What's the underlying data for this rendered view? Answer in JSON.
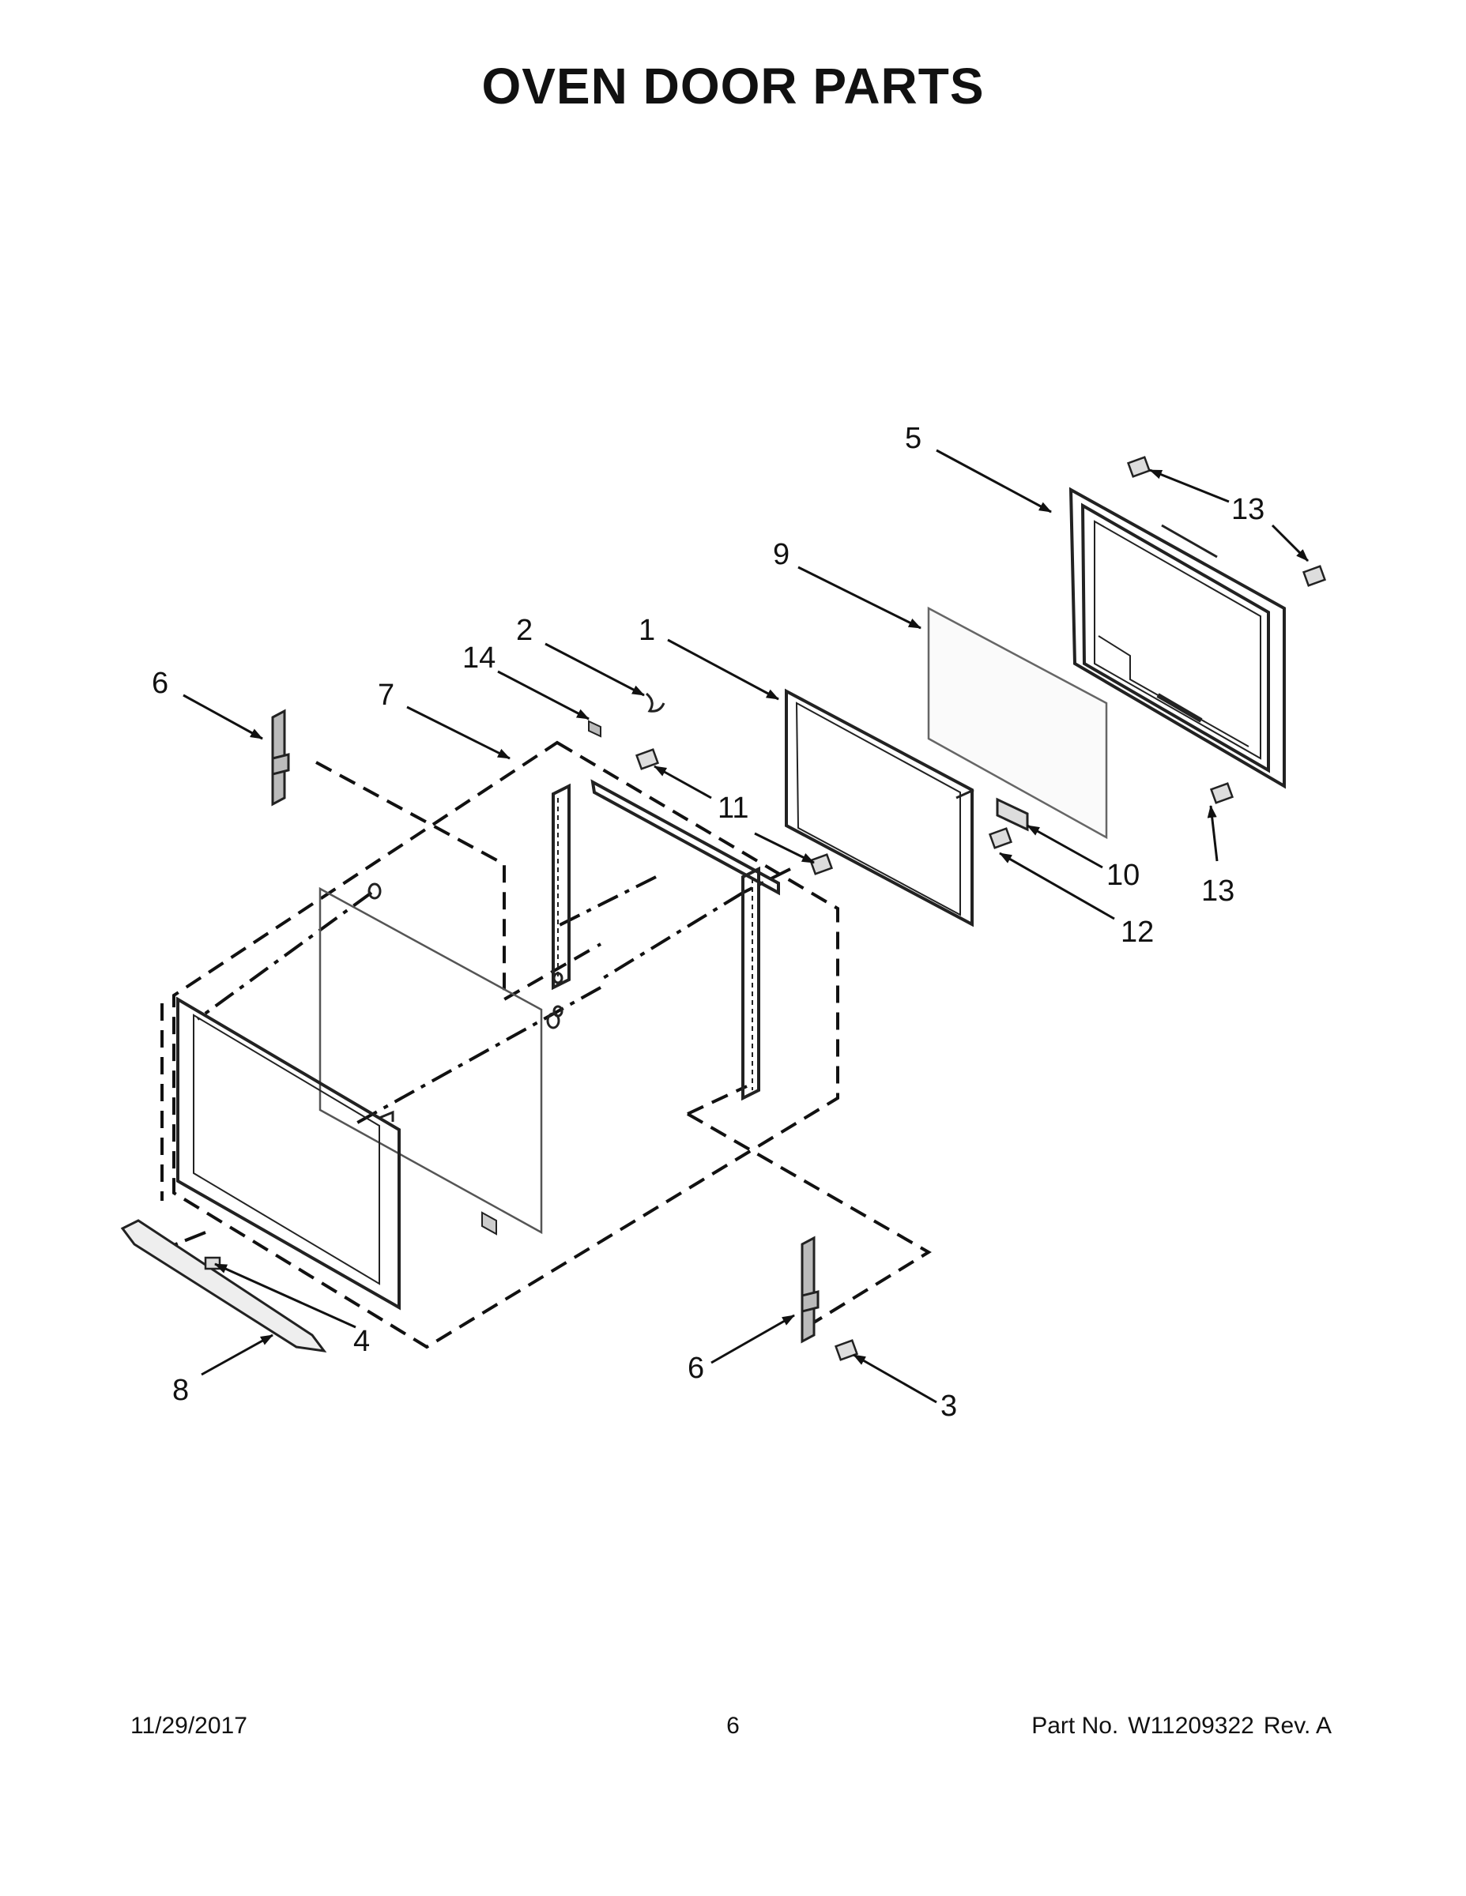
{
  "title": "OVEN DOOR PARTS",
  "callouts": {
    "c1": "1",
    "c2": "2",
    "c3": "3",
    "c4": "4",
    "c5": "5",
    "c6_top": "6",
    "c6_bottom": "6",
    "c7": "7",
    "c8": "8",
    "c9": "9",
    "c10": "10",
    "c11": "11",
    "c12": "12",
    "c13_top": "13",
    "c13_bottom": "13",
    "c14": "14"
  },
  "footer": {
    "date": "11/29/2017",
    "page_number": "6",
    "part_label": "Part No.",
    "part_number": "W11209322",
    "revision": "Rev. A"
  },
  "icons": {
    "hinge": "hinge-icon",
    "screw": "screw-icon",
    "glass": "glass-panel",
    "frame": "door-frame"
  }
}
